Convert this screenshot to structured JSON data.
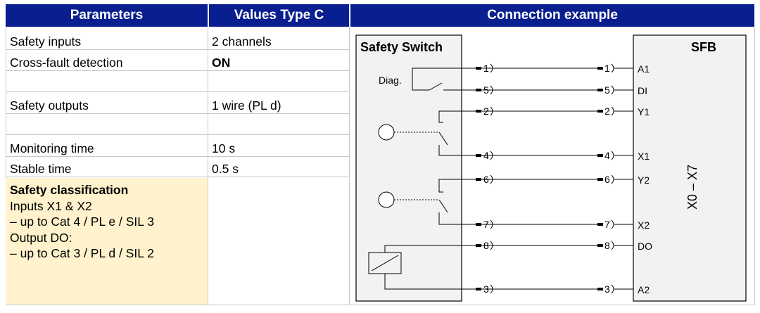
{
  "headers": {
    "parameters": "Parameters",
    "values": "Values Type C",
    "connection": "Connection example"
  },
  "rows": [
    {
      "param": "Safety inputs",
      "value": "2 channels",
      "bold_value": false
    },
    {
      "param": "Cross-fault detection",
      "value": "ON",
      "bold_value": true
    },
    {
      "param": "",
      "value": "",
      "bold_value": false
    },
    {
      "param": "Safety outputs",
      "value": "1 wire (PL d)",
      "bold_value": false
    },
    {
      "param": "",
      "value": "",
      "bold_value": false
    },
    {
      "param": "Monitoring time",
      "value": "10 s",
      "bold_value": false
    },
    {
      "param": "Stable time",
      "value": "0.5 s",
      "bold_value": false
    }
  ],
  "classification": {
    "title": "Safety classification",
    "line1": "Inputs X1 & X2",
    "line2": "–   up to Cat 4 / PL e / SIL 3",
    "line3": "Output DO:",
    "line4": "–   up to Cat 3 / PL d / SIL 2"
  },
  "diagram": {
    "switch_label": "Safety Switch",
    "sfb_label": "SFB",
    "diag_label": "Diag.",
    "range_label": "X0 – X7",
    "connections": [
      {
        "pin": "1",
        "terminal": "A1"
      },
      {
        "pin": "5",
        "terminal": "DI"
      },
      {
        "pin": "2",
        "terminal": "Y1"
      },
      {
        "pin": "4",
        "terminal": "X1"
      },
      {
        "pin": "6",
        "terminal": "Y2"
      },
      {
        "pin": "7",
        "terminal": "X2"
      },
      {
        "pin": "8",
        "terminal": "DO"
      },
      {
        "pin": "3",
        "terminal": "A2"
      }
    ]
  },
  "colors": {
    "header_bg": "#0a1f8f",
    "classification_bg": "#fff2cc",
    "box_fill": "#f2f2f2"
  }
}
